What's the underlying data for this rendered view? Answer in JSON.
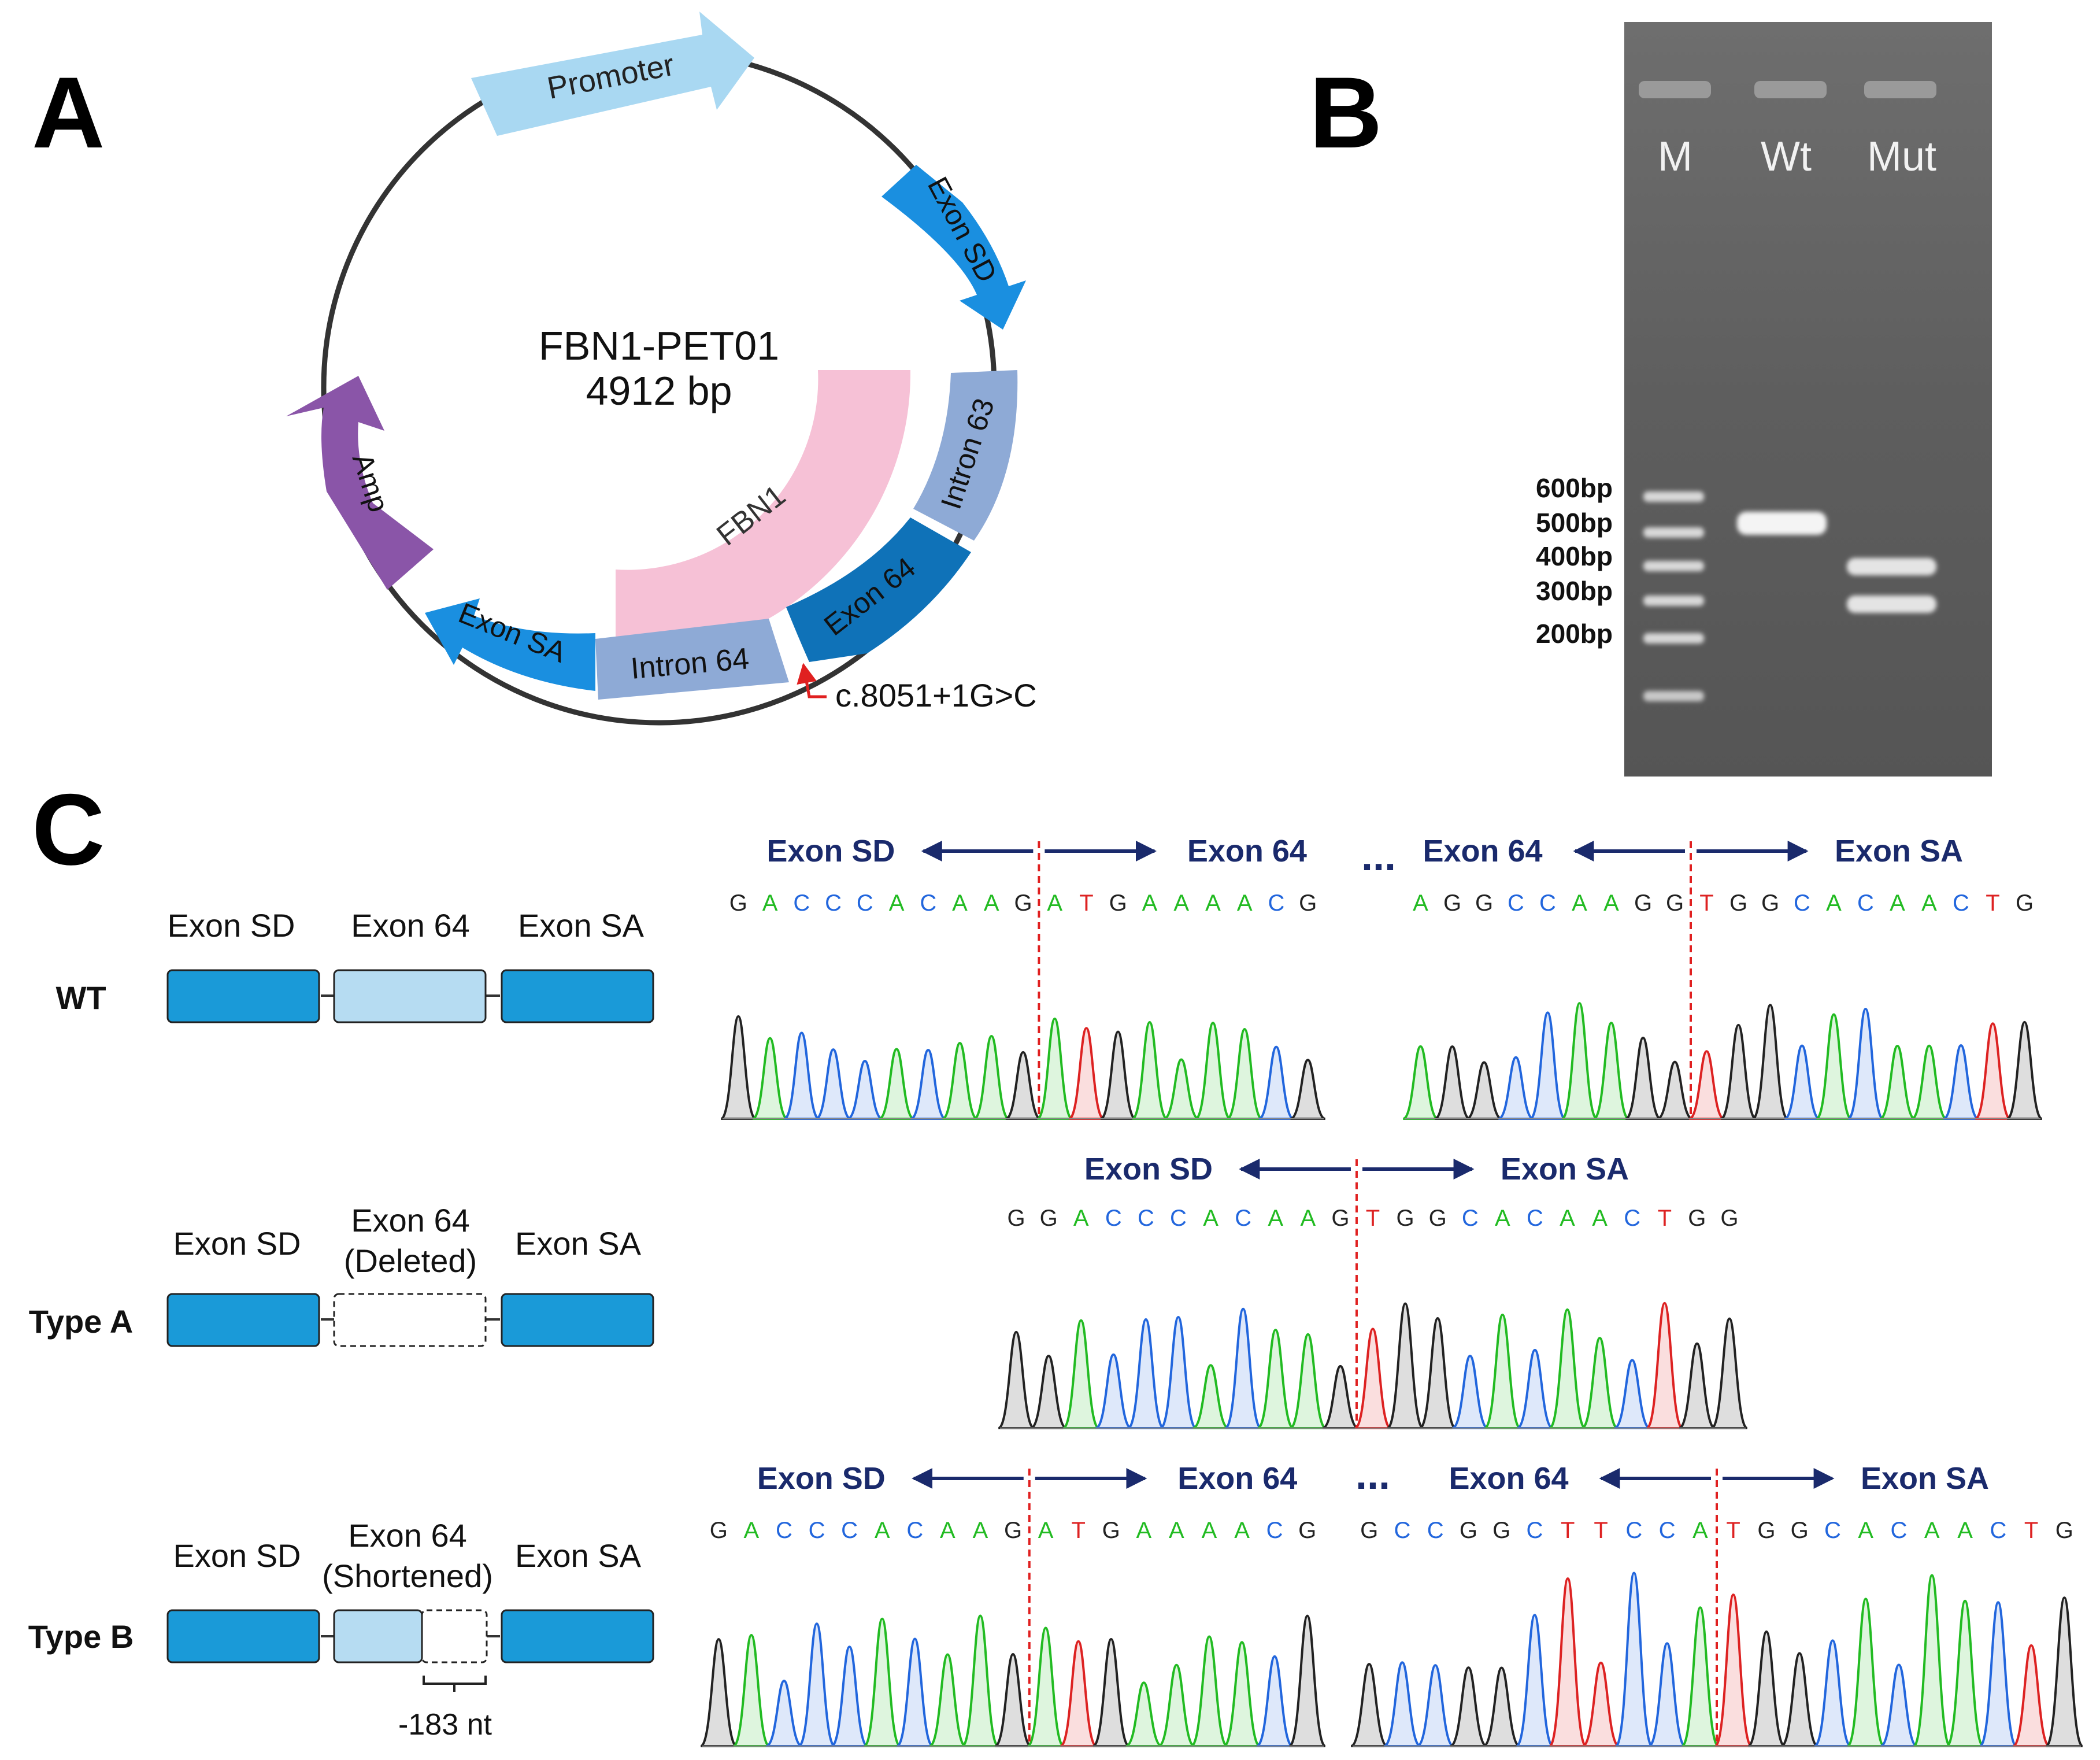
{
  "panels": {
    "a": "A",
    "b": "B",
    "c": "C"
  },
  "plasmid": {
    "name": "FBN1-PET01",
    "size": "4912 bp",
    "features": {
      "promoter": "Promoter",
      "exon_sd": "Exon SD",
      "intron63": "Intron 63",
      "exon64": "Exon 64",
      "intron64": "Intron 64",
      "exon_sa": "Exon SA",
      "amp": "Amp",
      "fbn1": "FBN1"
    },
    "mutation": "c.8051+1G>C",
    "colors": {
      "promoter": "#a9d8f2",
      "exon": "#1a8fe0",
      "intron": "#8eaad6",
      "exon64": "#0f72b8",
      "amp": "#8a55a8",
      "fbn1": "#f6c1d6"
    }
  },
  "gel": {
    "lanes": [
      "M",
      "Wt",
      "Mut"
    ],
    "ladder": [
      "600bp",
      "500bp",
      "400bp",
      "300bp",
      "200bp"
    ]
  },
  "splicing": {
    "rows": [
      {
        "label": "WT",
        "headers": [
          "Exon SD",
          "Exon 64",
          "Exon SA"
        ]
      },
      {
        "label": "Type A",
        "headers": [
          "Exon SD",
          "Exon 64",
          "(Deleted)",
          "Exon SA"
        ]
      },
      {
        "label": "Type B",
        "headers": [
          "Exon SD",
          "Exon 64",
          "(Shortened)",
          "Exon SA"
        ],
        "note": "-183 nt"
      }
    ]
  },
  "chromatograms": {
    "wt_left": {
      "left": "Exon SD",
      "right": "Exon 64",
      "seq": "GACCCACAAG|ATGAAAACG"
    },
    "wt_right": {
      "left": "Exon 64",
      "right": "Exon SA",
      "seq": "AGGCCAAGG|TGGCACAACTG"
    },
    "a_mid": {
      "left": "Exon SD",
      "right": "Exon SA",
      "seq": "GGACCCACAAG|TGGCACAACTGG"
    },
    "b_left": {
      "left": "Exon SD",
      "right": "Exon 64",
      "seq": "GACCCACAAG|ATGAAAACG"
    },
    "b_right": {
      "left": "Exon 64",
      "right": "Exon SA",
      "seq": "GCCGGCTTCCA|TGGCACAACTG"
    },
    "ellipsis": "...",
    "base_colors": {
      "A": "#22bb22",
      "C": "#2266dd",
      "G": "#222222",
      "T": "#dd2222"
    }
  }
}
